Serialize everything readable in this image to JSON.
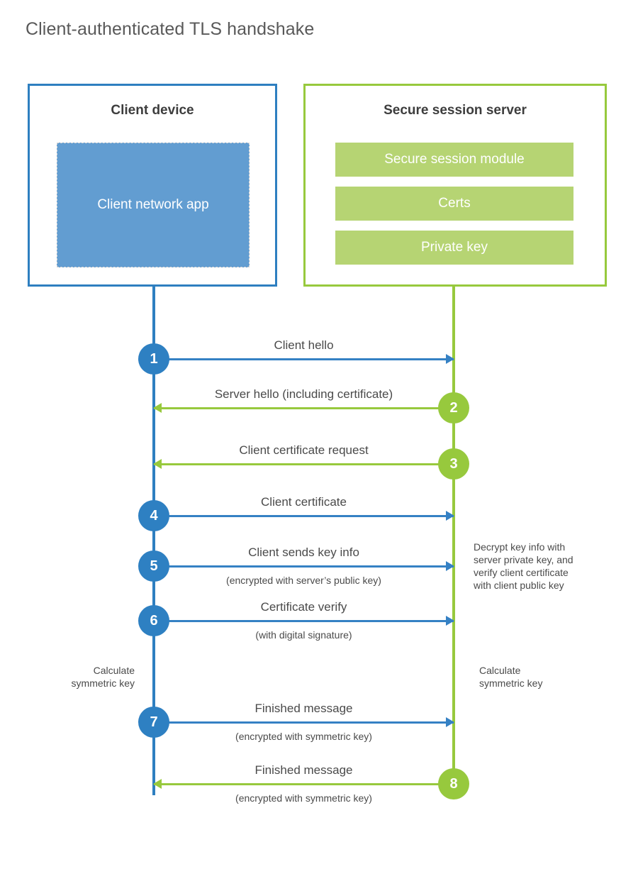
{
  "title": "Client-authenticated TLS handshake",
  "colors": {
    "client_blue": "#2e7fc0",
    "client_blue_light": "#629dd1",
    "arrow_blue": "#3581c4",
    "badge_blue": "#2e80c2",
    "server_green": "#97c93d",
    "server_green_light": "#b6d473",
    "text_gray": "#4a4a4a",
    "title_gray": "#595959",
    "heading_gray": "#3d3d3d",
    "background": "#ffffff"
  },
  "actors": {
    "client": {
      "title": "Client device",
      "app_label": "Client network\napp"
    },
    "server": {
      "title": "Secure session server",
      "blocks": [
        {
          "label": "Secure session module"
        },
        {
          "label": "Certs"
        },
        {
          "label": "Private key"
        }
      ]
    }
  },
  "messages": [
    {
      "step": "1",
      "label": "Client hello",
      "sublabel": "",
      "direction": "client-to-server",
      "badge_side": "client"
    },
    {
      "step": "2",
      "label": "Server hello (including certificate)",
      "sublabel": "",
      "direction": "server-to-client",
      "badge_side": "server"
    },
    {
      "step": "3",
      "label": "Client certificate request",
      "sublabel": "",
      "direction": "server-to-client",
      "badge_side": "server"
    },
    {
      "step": "4",
      "label": "Client certificate",
      "sublabel": "",
      "direction": "client-to-server",
      "badge_side": "client"
    },
    {
      "step": "5",
      "label": "Client sends key info",
      "sublabel": "(encrypted with server’s public key)",
      "direction": "client-to-server",
      "badge_side": "client"
    },
    {
      "step": "6",
      "label": "Certificate verify",
      "sublabel": "(with digital signature)",
      "direction": "client-to-server",
      "badge_side": "client"
    },
    {
      "step": "7",
      "label": "Finished message",
      "sublabel": "(encrypted with symmetric key)",
      "direction": "client-to-server",
      "badge_side": "client"
    },
    {
      "step": "8",
      "label": "Finished message",
      "sublabel": "(encrypted with symmetric key)",
      "direction": "server-to-client",
      "badge_side": "server"
    }
  ],
  "annotations": {
    "server_decrypt": "Decrypt key info with\nserver private key, and\nverify client certificate\nwith client public key",
    "client_calculate": "Calculate\nsymmetric key",
    "server_calculate": "Calculate\nsymmetric key"
  }
}
